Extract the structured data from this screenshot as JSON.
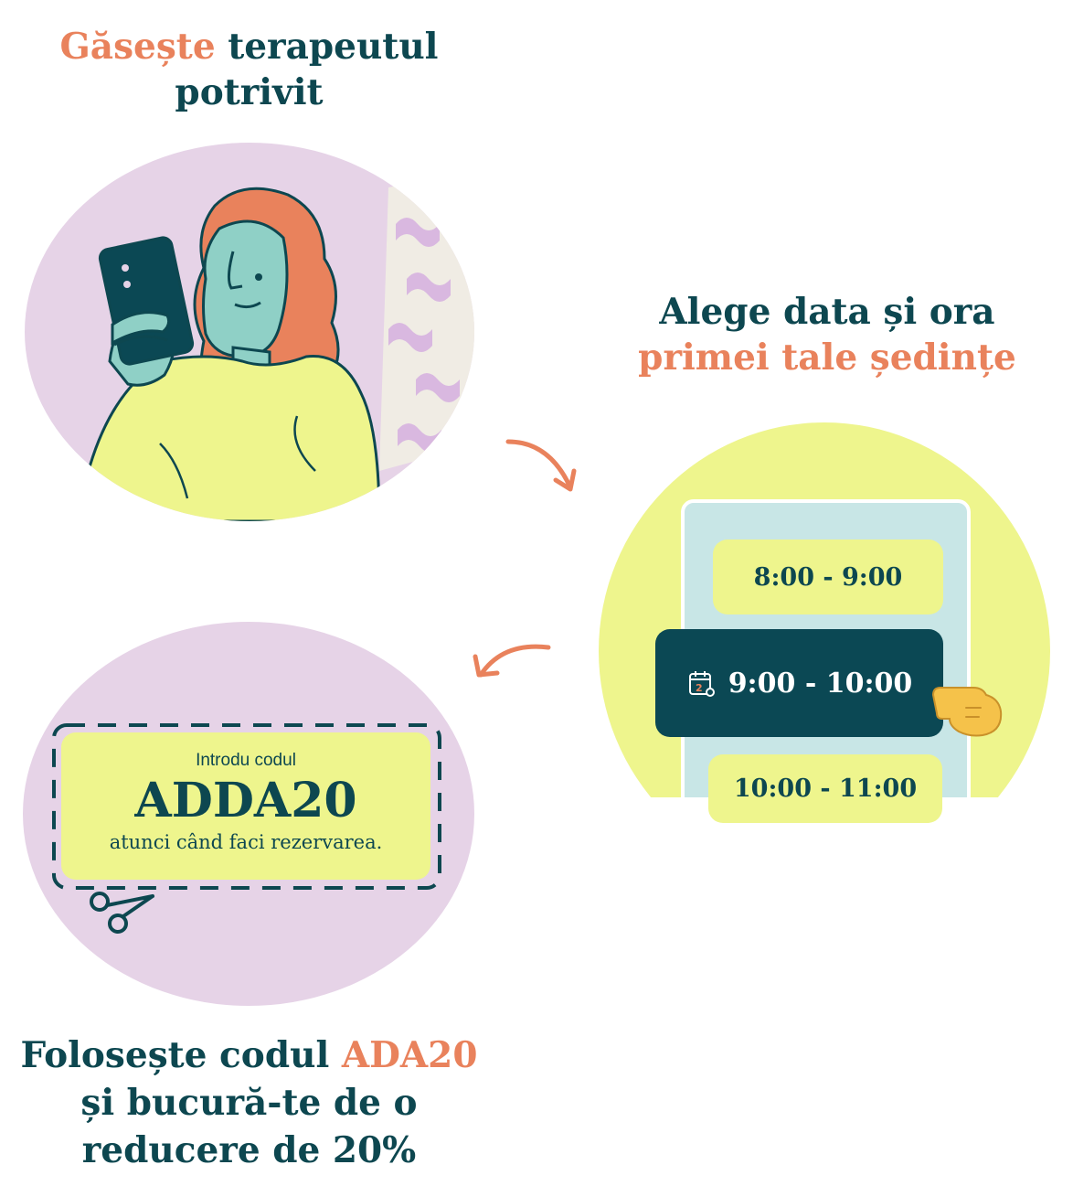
{
  "step1": {
    "title_accent": "Găsește",
    "title_rest": "terapeutul potrivit"
  },
  "step2": {
    "title_line1": "Alege data și ora",
    "title_line2": "primei tale ședințe"
  },
  "slots": [
    {
      "label": "8:00 - 9:00"
    },
    {
      "label": "9:00 - 10:00",
      "selected": true
    },
    {
      "label": "10:00 - 11:00"
    }
  ],
  "coupon": {
    "intro": "Introdu codul",
    "code": "ADDA20",
    "tail": "atunci când faci rezervarea."
  },
  "step3": {
    "title_part1": "Folosește codul",
    "title_code": "ADA20",
    "title_part2": "și bucură-te de o reducere de 20%"
  },
  "icons": {
    "calendar": "calendar-icon",
    "pointing_hand": "pointing-hand-icon",
    "scissors": "scissors-icon",
    "arrow": "curved-arrow-icon"
  },
  "colors": {
    "accent": "#e9825c",
    "dark": "#0d4750",
    "lilac": "#e6d3e7",
    "lime": "#eef58d",
    "selected": "#0b4854",
    "phone": "#c8e6e6"
  }
}
